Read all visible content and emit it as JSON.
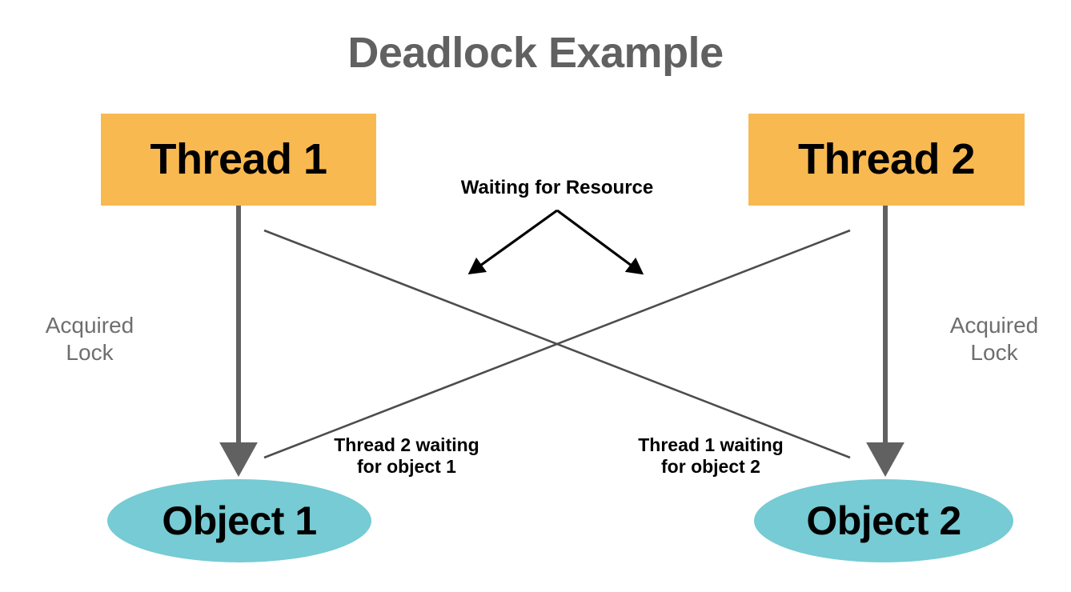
{
  "title": "Deadlock Example",
  "colors": {
    "thread_box_fill": "#F9B951",
    "object_ellipse_fill": "#76CBD4",
    "title_text": "#616161",
    "node_text": "#000000",
    "lock_label_text": "#6e6e6e",
    "thick_arrow": "#616161",
    "thin_line": "#4d4d4d",
    "chevron_arrow": "#000000",
    "background": "#FFFFFF"
  },
  "nodes": {
    "thread1": {
      "label": "Thread 1",
      "shape": "rectangle"
    },
    "thread2": {
      "label": "Thread 2",
      "shape": "rectangle"
    },
    "object1": {
      "label": "Object 1",
      "shape": "ellipse"
    },
    "object2": {
      "label": "Object 2",
      "shape": "ellipse"
    }
  },
  "labels": {
    "waiting_for_resource": "Waiting for Resource",
    "acquired_lock_left_line1": "Acquired",
    "acquired_lock_left_line2": "Lock",
    "acquired_lock_right_line1": "Acquired",
    "acquired_lock_right_line2": "Lock",
    "thread2_waiting_line1": "Thread 2 waiting",
    "thread2_waiting_line2": "for object 1",
    "thread1_waiting_line1": "Thread 1 waiting",
    "thread1_waiting_line2": "for object 2"
  }
}
